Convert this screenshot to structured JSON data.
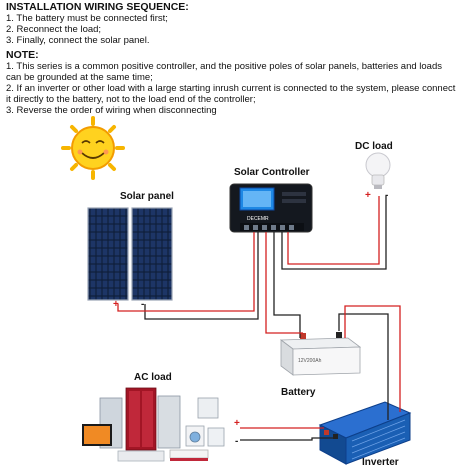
{
  "instructions": {
    "heading": "INSTALLATION WIRING SEQUENCE:",
    "steps": [
      "1. The battery must be connected first;",
      "2. Reconnect the load;",
      "3. Finally, connect the solar panel."
    ]
  },
  "note": {
    "heading": "NOTE:",
    "lines": [
      "1. This series is a common positive controller, and the positive poles of solar panels, batteries and loads",
      "can be grounded at the same time;",
      "2. If an inverter or other load with a large starting inrush current is connected to the system, please connect",
      "it directly to the battery, not to the load end of the controller;",
      "3. Reverse the order of wiring when disconnecting"
    ]
  },
  "labels": {
    "dc_load": "DC load",
    "solar_controller": "Solar Controller",
    "solar_panel": "Solar panel",
    "ac_load": "AC load",
    "battery": "Battery",
    "inverter": "Inverter"
  },
  "terminals": {
    "positive": "+",
    "negative": "-"
  },
  "device_text": {
    "controller_brand": "DECEMR",
    "battery_model": "12V200Ah"
  },
  "colors": {
    "positive_wire": "#d42020",
    "negative_wire": "#222222",
    "sun": "#f7b500",
    "inverter": "#1a5fb4"
  }
}
